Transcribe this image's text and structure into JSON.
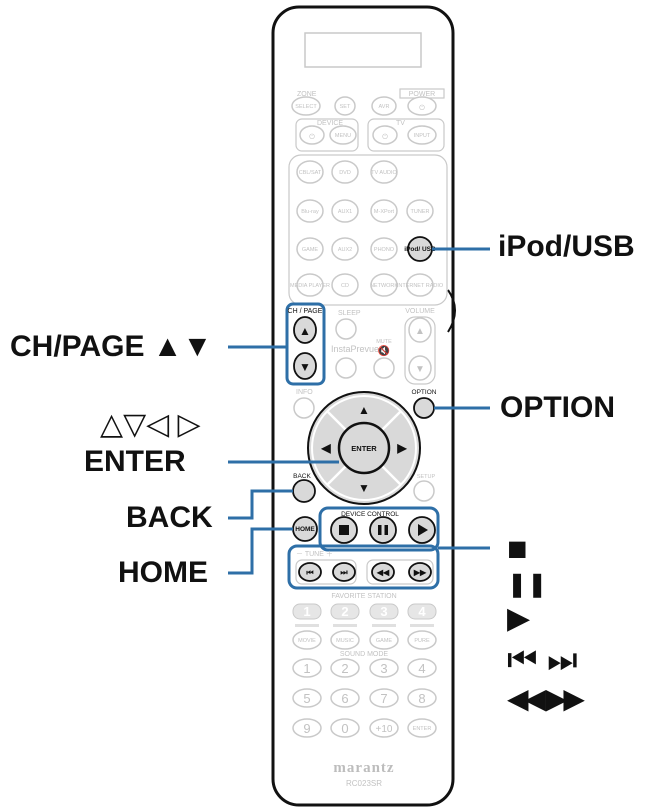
{
  "colors": {
    "remote_outline": "#111111",
    "key_outline": "#c9c9c9",
    "key_text": "#c2c2c2",
    "highlight_fill": "#d9d9d9",
    "highlight_frame": "#2e6fa7",
    "leader_line": "#2e6fa7",
    "label_text": "#111111",
    "cursor_ring": "#111111",
    "cursor_arrow": "#ffffff"
  },
  "callouts": {
    "ipod_usb": "iPod/USB",
    "ch_page": "CH/PAGE ▲▼",
    "option": "OPTION",
    "cursor_arrows": "△▽◁ ▷",
    "enter": "ENTER",
    "back": "BACK",
    "home": "HOME",
    "stop": "■",
    "pause": "❚❚",
    "play": "▶",
    "skip": "⏮ ⏭",
    "search": "◀◀ ▶▶"
  },
  "remote": {
    "brand": "marantz",
    "model": "RC023SR",
    "sections": {
      "zone": "ZONE",
      "power": "POWER",
      "device": "DEVICE",
      "tv": "TV",
      "tune": "－ TUNE ＋",
      "favorite": "FAVORITE STATION",
      "sound_mode": "SOUND MODE",
      "device_control": "DEVICE CONTROL"
    },
    "labels": {
      "select": "SELECT",
      "set": "SET",
      "avr": "AVR",
      "menu": "MENU",
      "input": "INPUT",
      "cbl_sat": "CBL/SAT",
      "dvd": "DVD",
      "tv_audio": "TV AUDIO",
      "bluray": "Blu-ray",
      "aux1": "AUX1",
      "m_xport": "M-XPort",
      "tuner": "TUNER",
      "game": "GAME",
      "aux2": "AUX2",
      "phono": "PHONO",
      "ipod_usb": "iPod/ USB",
      "media_player": "MEDIA PLAYER",
      "cd": "CD",
      "network": "NETWORK",
      "internet_radio": "INTERNET RADIO",
      "ch_page": "CH / PAGE",
      "sleep": "SLEEP",
      "volume": "VOLUME",
      "instaprevue": "InstaPrevue",
      "mute": "MUTE",
      "info": "INFO",
      "option": "OPTION",
      "enter": "ENTER",
      "back": "BACK",
      "setup": "SETUP",
      "home": "HOME",
      "fav": [
        "1",
        "2",
        "3",
        "4"
      ],
      "movie": "MOVIE",
      "music": "MUSIC",
      "game_mode": "GAME",
      "pure": "PURE",
      "keypad": [
        "1",
        "2",
        "3",
        "4",
        "5",
        "6",
        "7",
        "8",
        "9",
        "0",
        "+10",
        "ENTER"
      ]
    }
  }
}
